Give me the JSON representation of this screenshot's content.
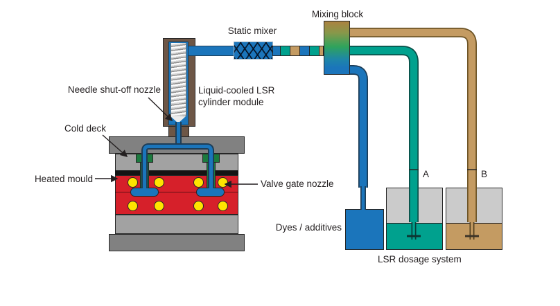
{
  "labels": {
    "mixing_block": "Mixing block",
    "static_mixer": "Static mixer",
    "needle_nozzle": "Needle shut-off nozzle",
    "cylinder_module_line1": "Liquid-cooled LSR",
    "cylinder_module_line2": "cylinder module",
    "cold_deck": "Cold deck",
    "heated_mould": "Heated mould",
    "valve_gate_nozzle": "Valve gate nozzle",
    "dyes_additives": "Dyes / additives",
    "container_a": "A",
    "container_b": "B",
    "lsr_dosage": "LSR dosage system"
  },
  "colors": {
    "blue": "#1b75bb",
    "teal": "#00a18e",
    "tan": "#c49b62",
    "red": "#d6202a",
    "yellow": "#ffe400",
    "green": "#1b7a3e",
    "brown": "#6d5646",
    "gray_dark": "#818181",
    "gray_light": "#a2a2a2",
    "gray_container": "#cbcbcb",
    "black_strip": "#141414",
    "outline": "#262626",
    "text": "#231f20"
  }
}
